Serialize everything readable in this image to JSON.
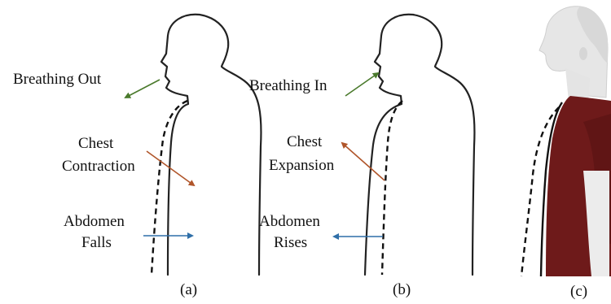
{
  "panels": [
    {
      "caption": "(a)",
      "annotations": {
        "breathing": "Breathing Out",
        "chest_line1": "Chest",
        "chest_line2": "Contraction",
        "abdomen_line1": "Abdomen",
        "abdomen_line2": "Falls"
      }
    },
    {
      "caption": "(b)",
      "annotations": {
        "breathing": "Breathing In",
        "chest_line1": "Chest",
        "chest_line2": "Expansion",
        "abdomen_line1": "Abdomen",
        "abdomen_line2": "Rises"
      }
    },
    {
      "caption": "(c)"
    }
  ],
  "colors": {
    "breathing_arrow": "#4a7a2c",
    "chest_arrow": "#b0552a",
    "abdomen_arrow": "#2f6fa8",
    "shirt": "#6e1a1a",
    "mannequin_skin": "#e8e8e8",
    "outline": "#222222"
  }
}
